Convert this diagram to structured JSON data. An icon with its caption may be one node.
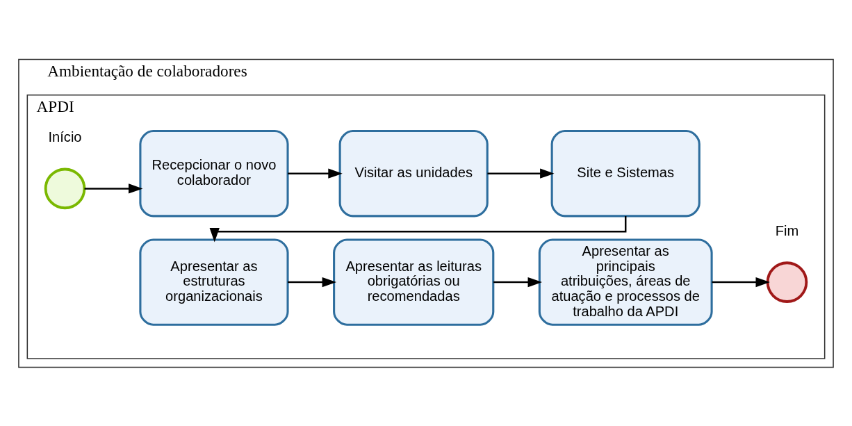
{
  "diagram": {
    "nodes": [
      {
        "text": [
          "Ambientação de colaboradores"
        ]
      },
      {
        "text": [
          "APDI"
        ],
        "in": 0
      },
      {
        "text": [],
        "shape": "circle",
        "beside": [
          "Início"
        ],
        "in": 1
      },
      {
        "text": [
          "Recepcionar o novo colaborador"
        ],
        "in": 1
      },
      {
        "text": [
          "Visitar as unidades"
        ],
        "in": 1
      },
      {
        "text": [
          "Site e Sistemas"
        ],
        "in": 1
      },
      {
        "text": [
          "Apresentar as estruturas organizacionais"
        ],
        "in": 1
      },
      {
        "text": [
          "Apresentar as leituras obrigatórias ou recomendadas"
        ],
        "in": 1
      },
      {
        "text": [
          "Apresentar as principais atribuições, áreas de atuação e processos de trabalho da APDI"
        ],
        "in": 1
      },
      {
        "text": [],
        "shape": "circle",
        "beside": [
          "Fim"
        ],
        "in": 1
      }
    ],
    "edges": [
      {
        "from": 2,
        "to": 3,
        "arrow": "to"
      },
      {
        "from": 3,
        "to": 4,
        "arrow": "to"
      },
      {
        "from": 4,
        "to": 5,
        "arrow": "to"
      },
      {
        "from": 5,
        "to": 6,
        "arrow": "to"
      },
      {
        "from": 6,
        "to": 7,
        "arrow": "to"
      },
      {
        "from": 7,
        "to": 8,
        "arrow": "to"
      },
      {
        "from": 8,
        "to": 9,
        "arrow": "to"
      }
    ]
  }
}
